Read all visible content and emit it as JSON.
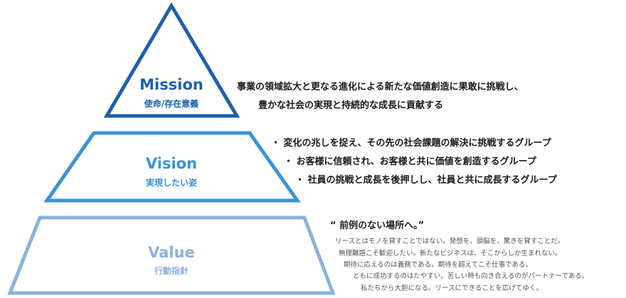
{
  "colors": {
    "mission": "#1e5fae",
    "vision": "#3a93d4",
    "value": "#8bb2dd"
  },
  "mission": {
    "title": "Mission",
    "subtitle": "使命/存在意義",
    "lines": [
      "事業の領域拡大と更なる進化による新たな価値創造に果敢に挑戦し、",
      "豊かな社会の実現と持続的な成長に貢献する"
    ]
  },
  "vision": {
    "title": "Vision",
    "subtitle": "実現したい姿",
    "bullets": [
      "・ 変化の兆しを捉え、その先の社会課題の解決に挑戦するグループ",
      "・ お客様に信頼され、お客様と共に価値を創造するグループ",
      "・ 社員の挑戦と成長を後押しし、社員と共に成長するグループ"
    ]
  },
  "value": {
    "title": "Value",
    "subtitle": "行動指針",
    "heading": "“ 前例のない場所へ。”",
    "lines": [
      "リースとはモノを貸すことではない。発想を、頭脳を、驚きを貸すことだ。",
      "無理難題こそ歓迎したい。新たなビジネスは、そこからしか生まれない。",
      "期待に応えるのは義務である。期待を超えてこそ仕事である。",
      "ともに成功するのはたやすい。苦しい時も向き合えるのがパートナーである。",
      "私たちから大胆になる。リースにできることを広げてゆく。"
    ]
  }
}
